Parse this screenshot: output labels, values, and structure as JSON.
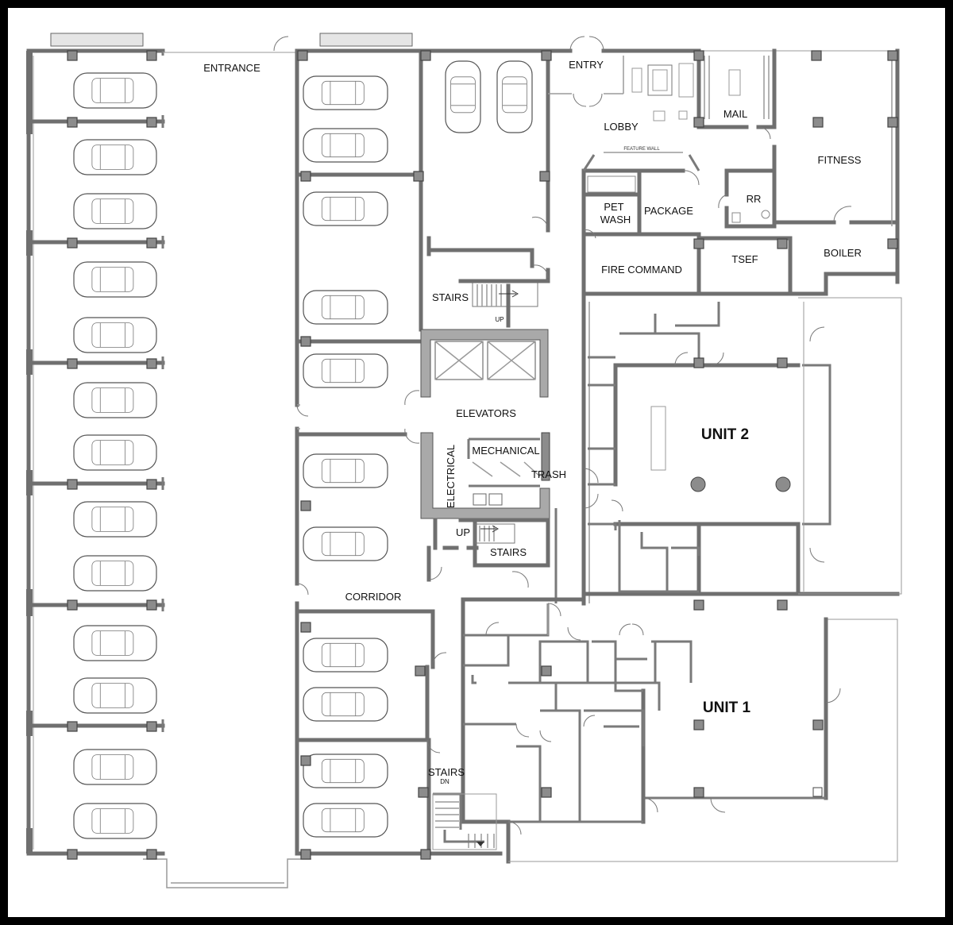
{
  "rooms": {
    "entrance": "ENTRANCE",
    "entry": "ENTRY",
    "lobby": "LOBBY",
    "mail": "MAIL",
    "fitness": "FITNESS",
    "feature_wall": "FEATURE WALL",
    "pet_wash_1": "PET",
    "pet_wash_2": "WASH",
    "package": "PACKAGE",
    "rr": "RR",
    "fire_command": "FIRE COMMAND",
    "tsef": "TSEF",
    "boiler": "BOILER",
    "stairs_upper": "STAIRS",
    "up_upper": "UP",
    "elevators": "ELEVATORS",
    "electrical": "ELECTRICAL",
    "mechanical": "MECHANICAL",
    "trash": "TRASH",
    "up_lower": "UP",
    "stairs_lower": "STAIRS",
    "corridor": "CORRIDOR",
    "stairs_dn": "STAIRS",
    "dn": "DN",
    "unit2": "UNIT 2",
    "unit1": "UNIT 1"
  },
  "colors": {
    "wall": "#6f6f6f",
    "column": "#8c8c8c",
    "core": "#a9a9a9",
    "background": "#ffffff",
    "frame": "#000000"
  }
}
